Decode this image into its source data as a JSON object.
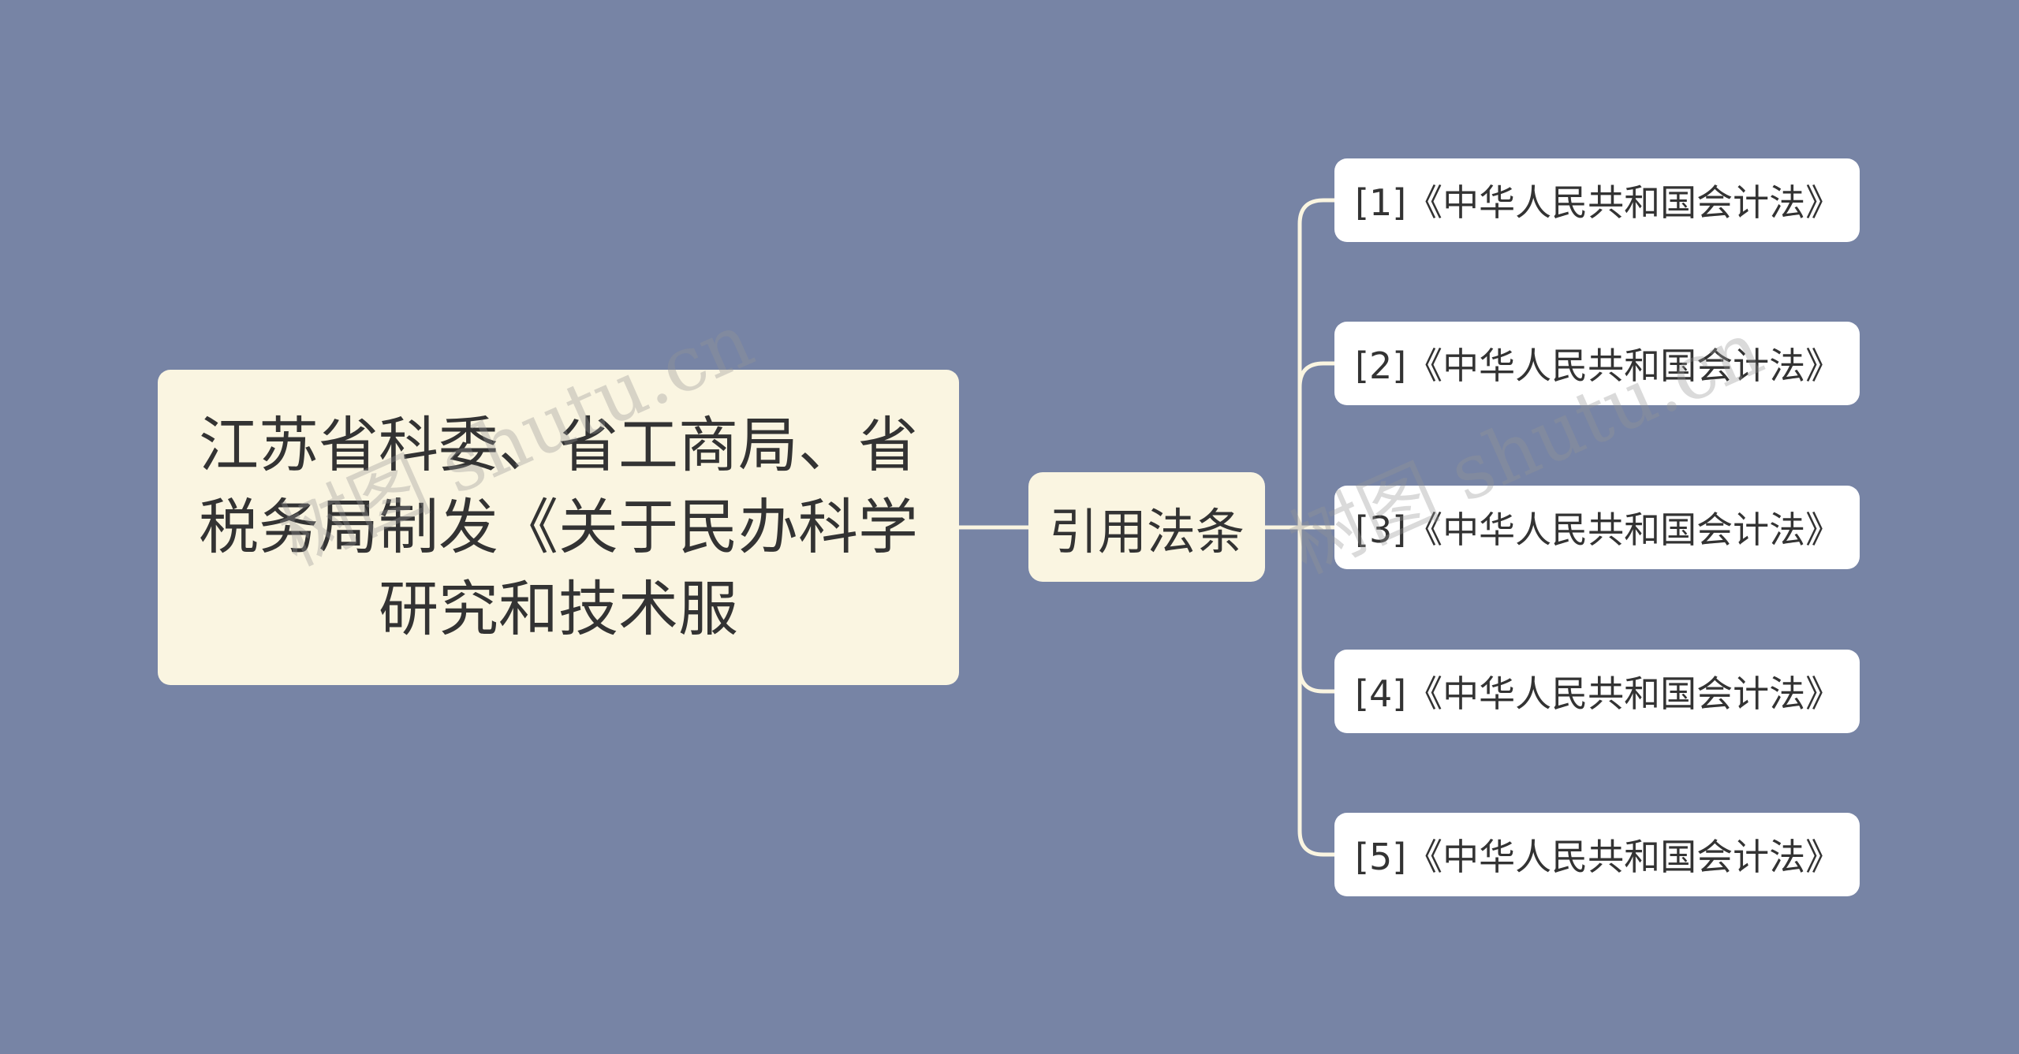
{
  "colors": {
    "background": "#7784a5",
    "root_fill": "#faf5e1",
    "branch_fill": "#faf5e1",
    "leaf_fill": "#ffffff",
    "connector": "#faf5e1",
    "text": "#333333"
  },
  "mindmap": {
    "root": {
      "label": "江苏省科委、省工商局、省税务局制发《关于民办科学研究和技术服"
    },
    "branch": {
      "label": "引用法条"
    },
    "leaves": [
      {
        "label": "[1]《中华人民共和国会计法》"
      },
      {
        "label": "[2]《中华人民共和国会计法》"
      },
      {
        "label": "[3]《中华人民共和国会计法》"
      },
      {
        "label": "[4]《中华人民共和国会计法》"
      },
      {
        "label": "[5]《中华人民共和国会计法》"
      }
    ]
  },
  "watermarks": [
    {
      "text": "树图 shutu.cn"
    },
    {
      "text": "树图 shutu.cn"
    }
  ]
}
